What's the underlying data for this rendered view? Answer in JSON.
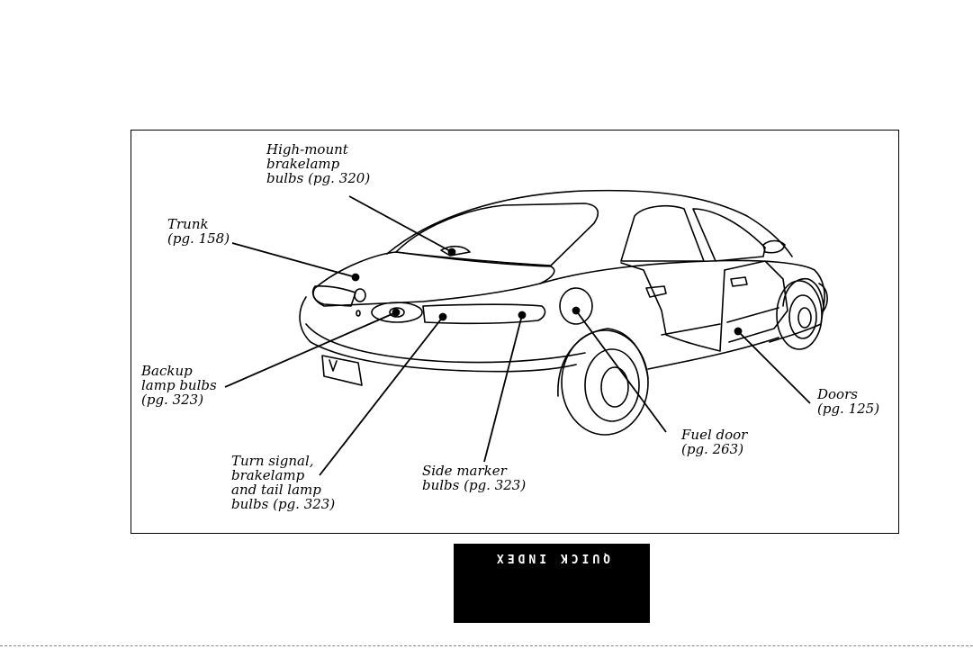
{
  "figure": {
    "callouts": {
      "high_mount": [
        "High-mount",
        "brakelamp",
        "bulbs (pg. 320)"
      ],
      "trunk": [
        "Trunk",
        "(pg. 158)"
      ],
      "backup": [
        "Backup",
        "lamp bulbs",
        "(pg. 323)"
      ],
      "turn_signal": [
        "Turn signal,",
        "brakelamp",
        "and tail lamp",
        "bulbs (pg. 323)"
      ],
      "side_marker": [
        "Side marker",
        "bulbs (pg. 323)"
      ],
      "fuel_door": [
        "Fuel door",
        "(pg. 263)"
      ],
      "doors": [
        "Doors",
        "(pg. 125)"
      ]
    }
  },
  "index_tab": {
    "label": "QUICK INDEX",
    "background": "#000000",
    "text_color": "#ffffff"
  }
}
